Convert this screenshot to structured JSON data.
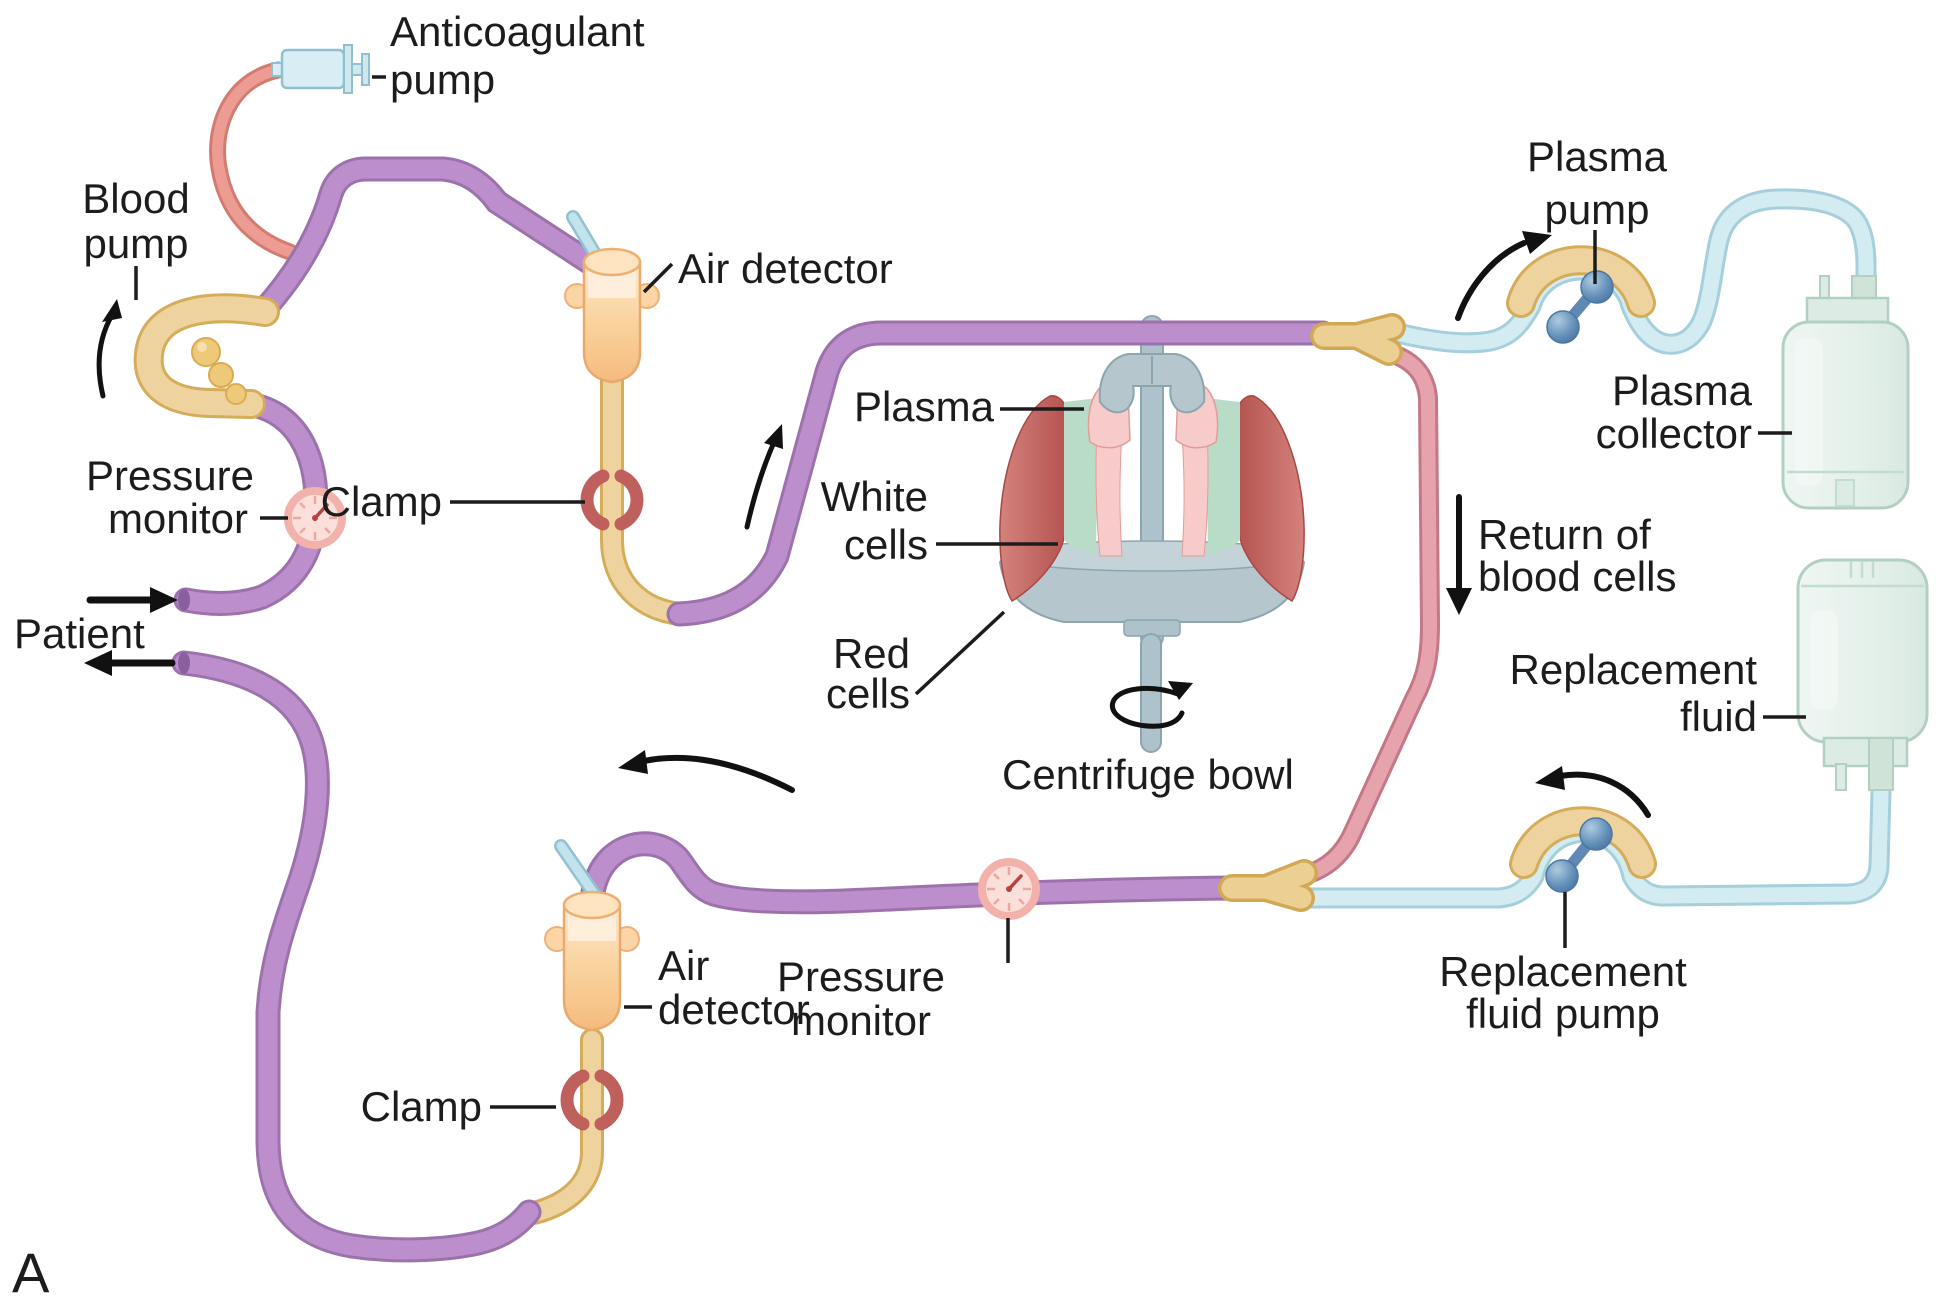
{
  "figure": {
    "panel_label": "A"
  },
  "labels": {
    "anticoagulant_pump": {
      "lines": [
        "Anticoagulant",
        "pump"
      ]
    },
    "blood_pump": {
      "lines": [
        "Blood",
        "pump"
      ]
    },
    "pressure_monitor_top": {
      "lines": [
        "Pressure",
        "monitor"
      ]
    },
    "patient": {
      "text": "Patient"
    },
    "air_detector_top": {
      "text": "Air detector"
    },
    "clamp_top": {
      "text": "Clamp"
    },
    "plasma": {
      "text": "Plasma"
    },
    "white_cells": {
      "lines": [
        "White",
        "cells"
      ]
    },
    "red_cells": {
      "lines": [
        "Red",
        "cells"
      ]
    },
    "centrifuge_bowl": {
      "text": "Centrifuge bowl"
    },
    "plasma_pump": {
      "lines": [
        "Plasma",
        "pump"
      ]
    },
    "plasma_collector": {
      "lines": [
        "Plasma",
        "collector"
      ]
    },
    "return_of_blood_cells": {
      "lines": [
        "Return of",
        "blood cells"
      ]
    },
    "replacement_fluid": {
      "lines": [
        "Replacement",
        "fluid"
      ]
    },
    "replacement_fluid_pump": {
      "lines": [
        "Replacement",
        "fluid pump"
      ]
    },
    "pressure_monitor_bottom": {
      "lines": [
        "Pressure",
        "monitor"
      ]
    },
    "air_detector_bottom": {
      "lines": [
        "Air",
        "detector"
      ]
    },
    "clamp_bottom": {
      "text": "Clamp"
    }
  },
  "colors": {
    "whole_blood_tube": "#bc8fcc",
    "whole_blood_tube_edge": "#9c72ad",
    "pump_segment_yellow": "#eed39f",
    "pump_segment_yellow_edge": "#d5ac58",
    "plasma_tube_blue": "#d3ecf2",
    "plasma_tube_blue_edge": "#a4cfdb",
    "return_tube_pink": "#e6a3ae",
    "return_tube_pink_edge": "#c47787",
    "anticoagulant_tube_salmon": "#ec9c92",
    "air_detector_orange": "#f8c88e",
    "clamp_red": "#bf605c",
    "gauge_pink": "#fbdfdb",
    "gauge_ring": "#f2b1ab",
    "centrifuge_grey": "#b5c7cd",
    "red_cells": "#c45d5a",
    "white_cells_green": "#b9dcc8",
    "plasma_pink": "#f7cbc9",
    "bottle_mint": "#e9f3ee",
    "rotor_blue": "#5d89b4",
    "text": "#1c1c1c"
  }
}
